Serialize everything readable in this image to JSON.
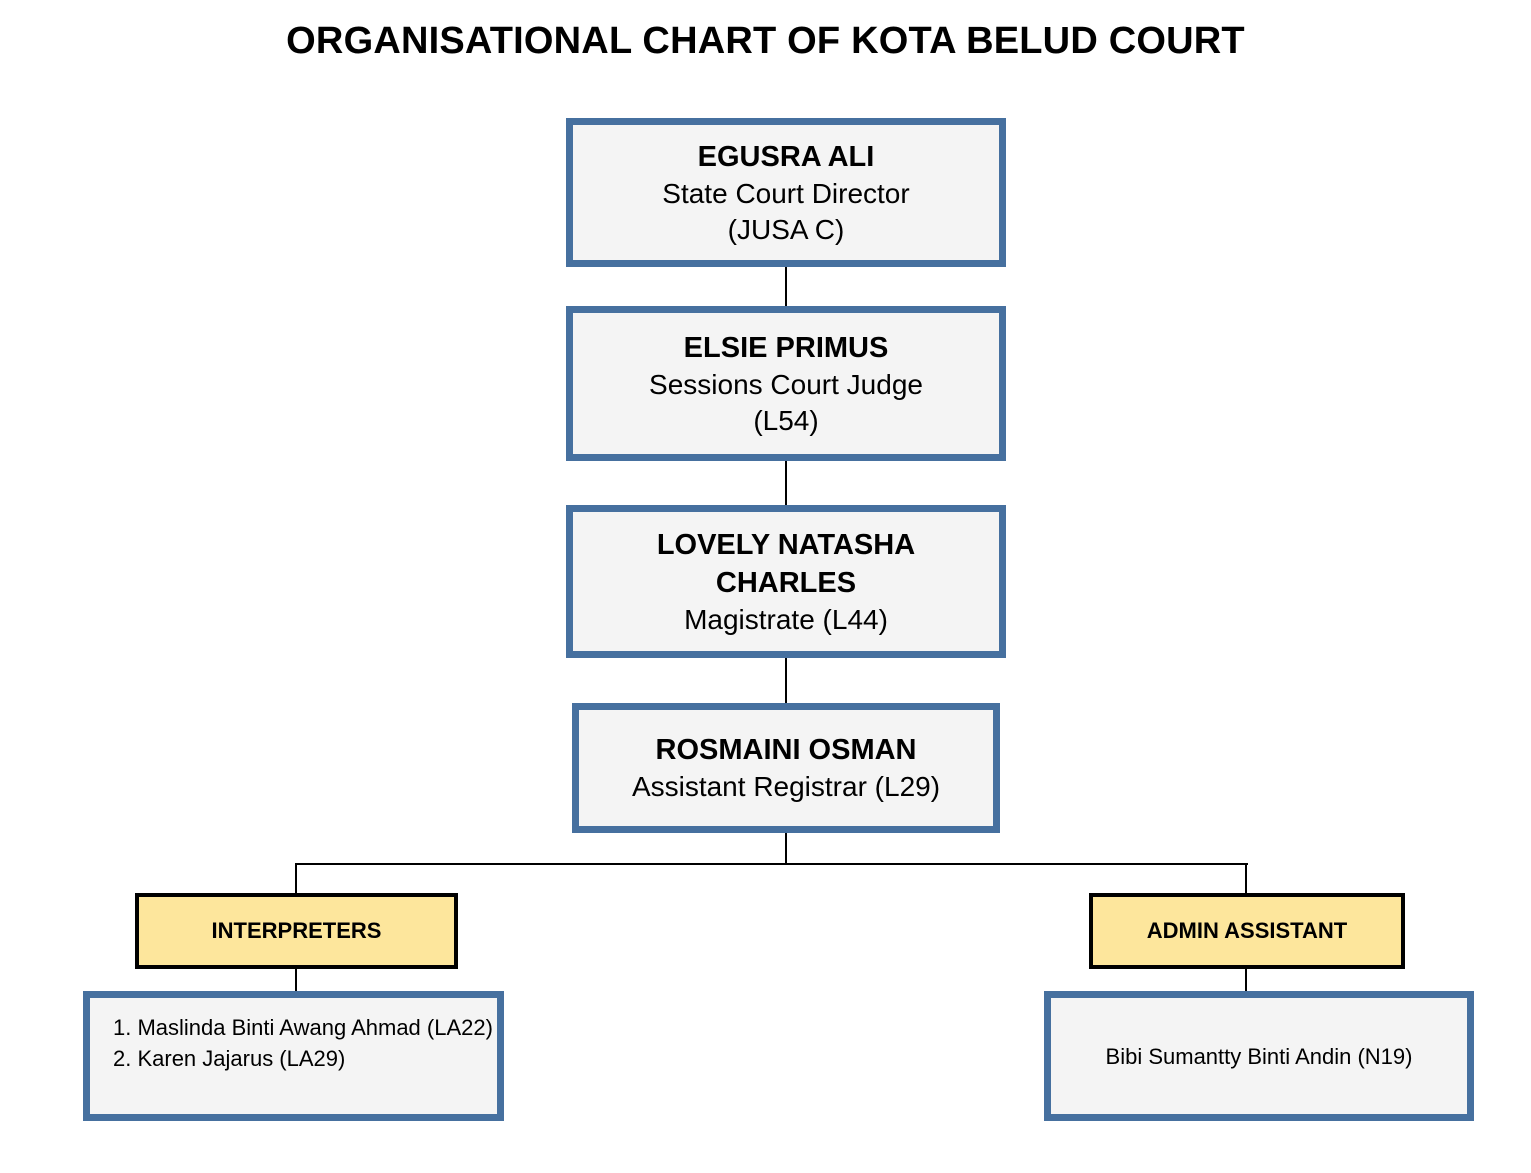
{
  "title": "ORGANISATIONAL CHART OF KOTA BELUD COURT",
  "colors": {
    "box_border": "#46709f",
    "box_fill": "#f4f4f4",
    "dept_fill": "#fde69c",
    "dept_border": "#000000",
    "connector": "#000000"
  },
  "hierarchy": [
    {
      "name": "EGUSRA ALI",
      "role_line1": "State Court Director",
      "role_line2": "(JUSA C)"
    },
    {
      "name": "ELSIE PRIMUS",
      "role_line1": "Sessions Court Judge",
      "role_line2": "(L54)"
    },
    {
      "name_line1": "LOVELY NATASHA",
      "name_line2": "CHARLES",
      "role": "Magistrate (L44)"
    },
    {
      "name": "ROSMAINI OSMAN",
      "role": "Assistant Registrar (L29)"
    }
  ],
  "units": [
    {
      "label": "INTERPRETERS",
      "members": [
        "1. Maslinda Binti Awang Ahmad (LA22)",
        "2. Karen Jajarus (LA29)"
      ]
    },
    {
      "label": "ADMIN ASSISTANT",
      "members": [
        "Bibi Sumantty Binti Andin (N19)"
      ]
    }
  ]
}
